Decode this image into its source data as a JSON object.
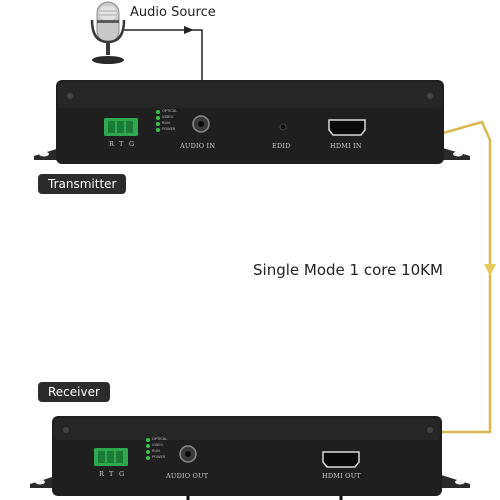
{
  "audio_source_label": "Audio Source",
  "link_label": "Single Mode 1 core 10KM",
  "transmitter": {
    "title": "Transmitter",
    "terminal_labels": [
      "R",
      "T",
      "G"
    ],
    "led_labels": [
      "OPTICAL",
      "VIDEO",
      "RUN",
      "POWER"
    ],
    "audio_port_label": "AUDIO IN",
    "edid_label": "EDID",
    "hdmi_port_label": "HDMI IN"
  },
  "receiver": {
    "title": "Receiver",
    "terminal_labels": [
      "R",
      "T",
      "G"
    ],
    "led_labels": [
      "OPTICAL",
      "VIDEO",
      "RUN",
      "POWER"
    ],
    "audio_port_label": "AUDIO OUT",
    "hdmi_port_label": "HDMI OUT"
  },
  "colors": {
    "device_body": "#1e1e1e",
    "fiber_cable": "#d9b850",
    "terminal_block": "#2fa84f",
    "led": "#39c24a"
  }
}
